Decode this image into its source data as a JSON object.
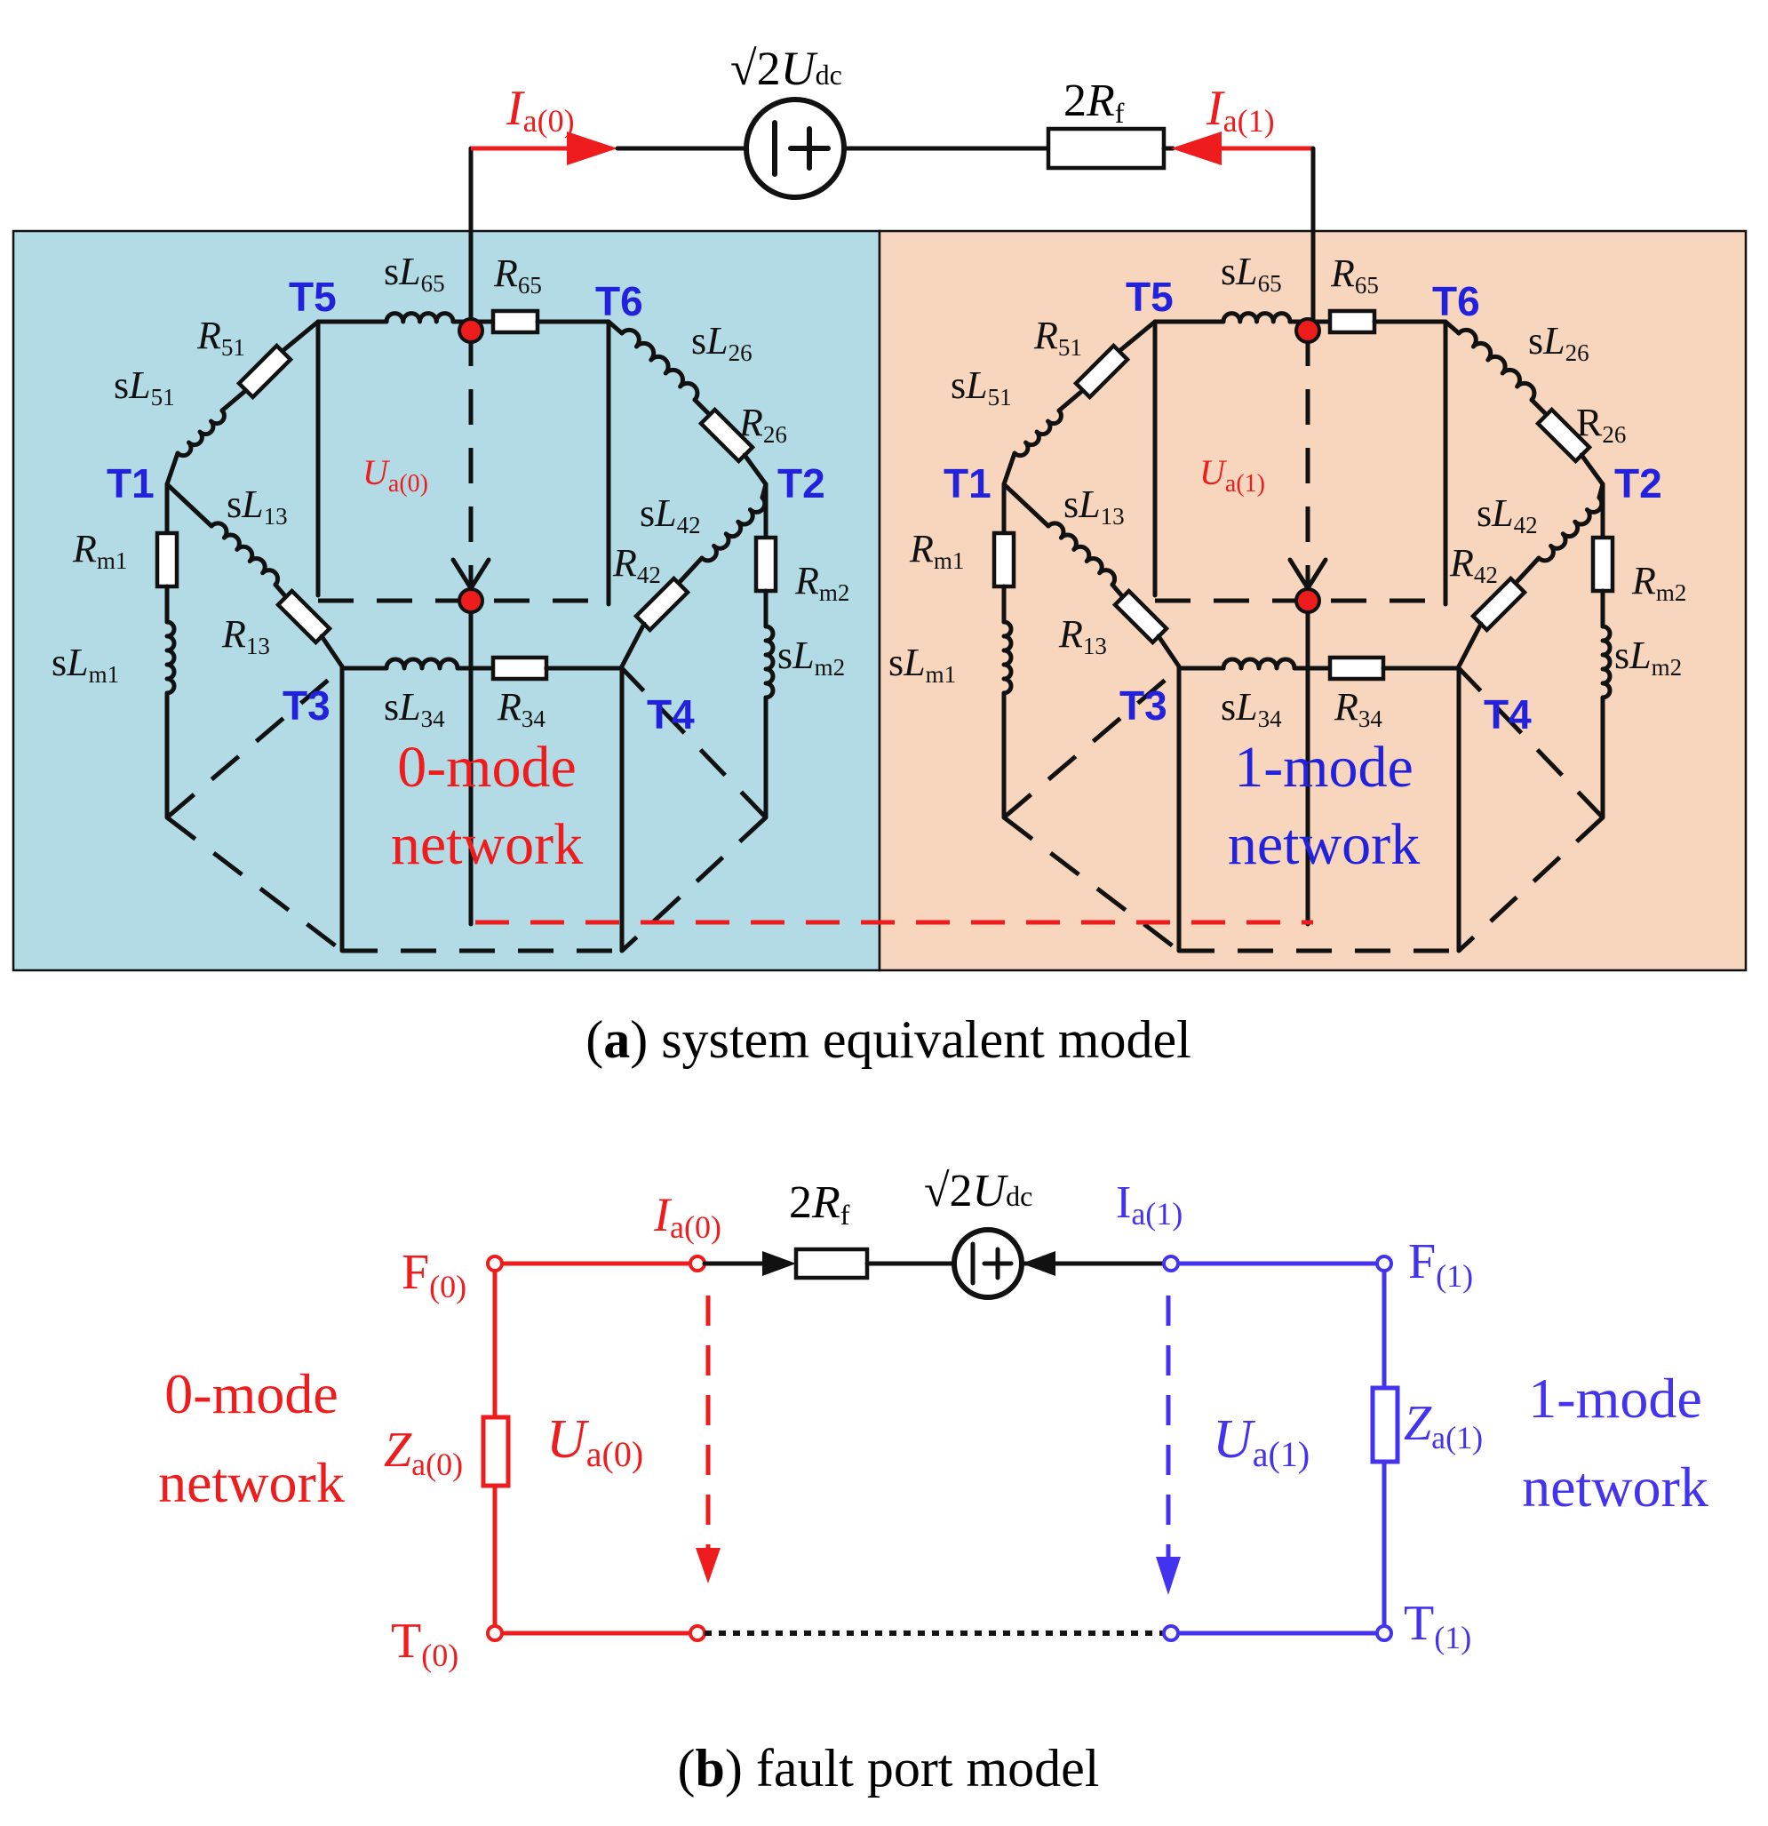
{
  "colors": {
    "red": "#ee1c1c",
    "blue": "#2222dd",
    "violet": "#4433ee",
    "panel_left": "#b3dbe5",
    "panel_right": "#f8d5bd",
    "wire": "#111111"
  },
  "panel_a": {
    "top": {
      "source_label": {
        "root": "√2",
        "var": "U",
        "sub": "dc"
      },
      "rf_label": {
        "pre": "2",
        "var": "R",
        "sub": "f"
      },
      "current0": {
        "var": "I",
        "sub": "a(0)"
      },
      "current1": {
        "var": "I",
        "sub": "a(1)"
      }
    },
    "left": {
      "nodes": {
        "t1": "T1",
        "t2": "T2",
        "t3": "T3",
        "t4": "T4",
        "t5": "T5",
        "t6": "T6"
      },
      "comp": {
        "sl65": {
          "pre": "s",
          "var": "L",
          "sub": "65"
        },
        "r65": {
          "pre": "",
          "var": "R",
          "sub": "65"
        },
        "r51": {
          "pre": "",
          "var": "R",
          "sub": "51"
        },
        "sl51": {
          "pre": "s",
          "var": "L",
          "sub": "51"
        },
        "sl26": {
          "pre": "s",
          "var": "L",
          "sub": "26"
        },
        "r26": {
          "pre": "",
          "var": "R",
          "sub": "26"
        },
        "sl13": {
          "pre": "s",
          "var": "L",
          "sub": "13"
        },
        "r13": {
          "pre": "",
          "var": "R",
          "sub": "13"
        },
        "rm1": {
          "pre": "",
          "var": "R",
          "sub": "m1"
        },
        "slm1": {
          "pre": "s",
          "var": "L",
          "sub": "m1"
        },
        "sl42": {
          "pre": "s",
          "var": "L",
          "sub": "42"
        },
        "r42": {
          "pre": "",
          "var": "R",
          "sub": "42"
        },
        "rm2": {
          "pre": "",
          "var": "R",
          "sub": "m2"
        },
        "slm2": {
          "pre": "s",
          "var": "L",
          "sub": "m2"
        },
        "sl34": {
          "pre": "s",
          "var": "L",
          "sub": "34"
        },
        "r34": {
          "pre": "",
          "var": "R",
          "sub": "34"
        }
      },
      "voltage": {
        "var": "U",
        "sub": "a(0)"
      },
      "network_line1": "0-mode",
      "network_line2": "network"
    },
    "right": {
      "nodes": {
        "t1": "T1",
        "t2": "T2",
        "t3": "T3",
        "t4": "T4",
        "t5": "T5",
        "t6": "T6"
      },
      "comp": {
        "sl65": {
          "pre": "s",
          "var": "L",
          "sub": "65"
        },
        "r65": {
          "pre": "",
          "var": "R",
          "sub": "65"
        },
        "r51": {
          "pre": "",
          "var": "R",
          "sub": "51"
        },
        "sl51": {
          "pre": "s",
          "var": "L",
          "sub": "51"
        },
        "sl26": {
          "pre": "s",
          "var": "L",
          "sub": "26"
        },
        "r26": {
          "pre": "R",
          "var": "",
          "sub": "26"
        },
        "sl13": {
          "pre": "s",
          "var": "L",
          "sub": "13"
        },
        "r13": {
          "pre": "",
          "var": "R",
          "sub": "13"
        },
        "rm1": {
          "pre": "",
          "var": "R",
          "sub": "m1"
        },
        "slm1": {
          "pre": "s",
          "var": "L",
          "sub": "m1"
        },
        "sl42": {
          "pre": "s",
          "var": "L",
          "sub": "42"
        },
        "r42": {
          "pre": "",
          "var": "R",
          "sub": "42"
        },
        "rm2": {
          "pre": "",
          "var": "R",
          "sub": "m2"
        },
        "slm2": {
          "pre": "s",
          "var": "L",
          "sub": "m2"
        },
        "sl34": {
          "pre": "s",
          "var": "L",
          "sub": "34"
        },
        "r34": {
          "pre": "",
          "var": "R",
          "sub": "34"
        }
      },
      "voltage": {
        "var": "U",
        "sub": "a(1)"
      },
      "network_line1": "1-mode",
      "network_line2": "network"
    },
    "caption": {
      "letter": "a",
      "open": "(",
      "close": ")",
      "text": " system equivalent model"
    }
  },
  "panel_b": {
    "current0": {
      "var": "I",
      "sub": "a(0)"
    },
    "current1": {
      "pre": "I",
      "sub": "a(1)"
    },
    "rf_label": {
      "pre": "2",
      "var": "R",
      "sub": "f"
    },
    "source_label": {
      "root": "√2",
      "var": "U",
      "sub": "dc"
    },
    "f0": {
      "pre": "F",
      "sub": "(0)"
    },
    "t0": {
      "pre": "T",
      "sub": "(0)"
    },
    "f1": {
      "pre": "F",
      "sub": "(1)"
    },
    "t1": {
      "pre": "T",
      "sub": "(1)"
    },
    "z0": {
      "var": "Z",
      "sub": "a(0)"
    },
    "z1": {
      "var": "Z",
      "sub": "a(1)"
    },
    "u0": {
      "var": "U",
      "sub": "a(0)"
    },
    "u1": {
      "var": "U",
      "sub": "a(1)"
    },
    "net0_line1": "0-mode",
    "net0_line2": "network",
    "net1_line1": "1-mode",
    "net1_line2": "network",
    "caption": {
      "letter": "b",
      "open": "(",
      "close": ")",
      "text": " fault port model"
    }
  }
}
